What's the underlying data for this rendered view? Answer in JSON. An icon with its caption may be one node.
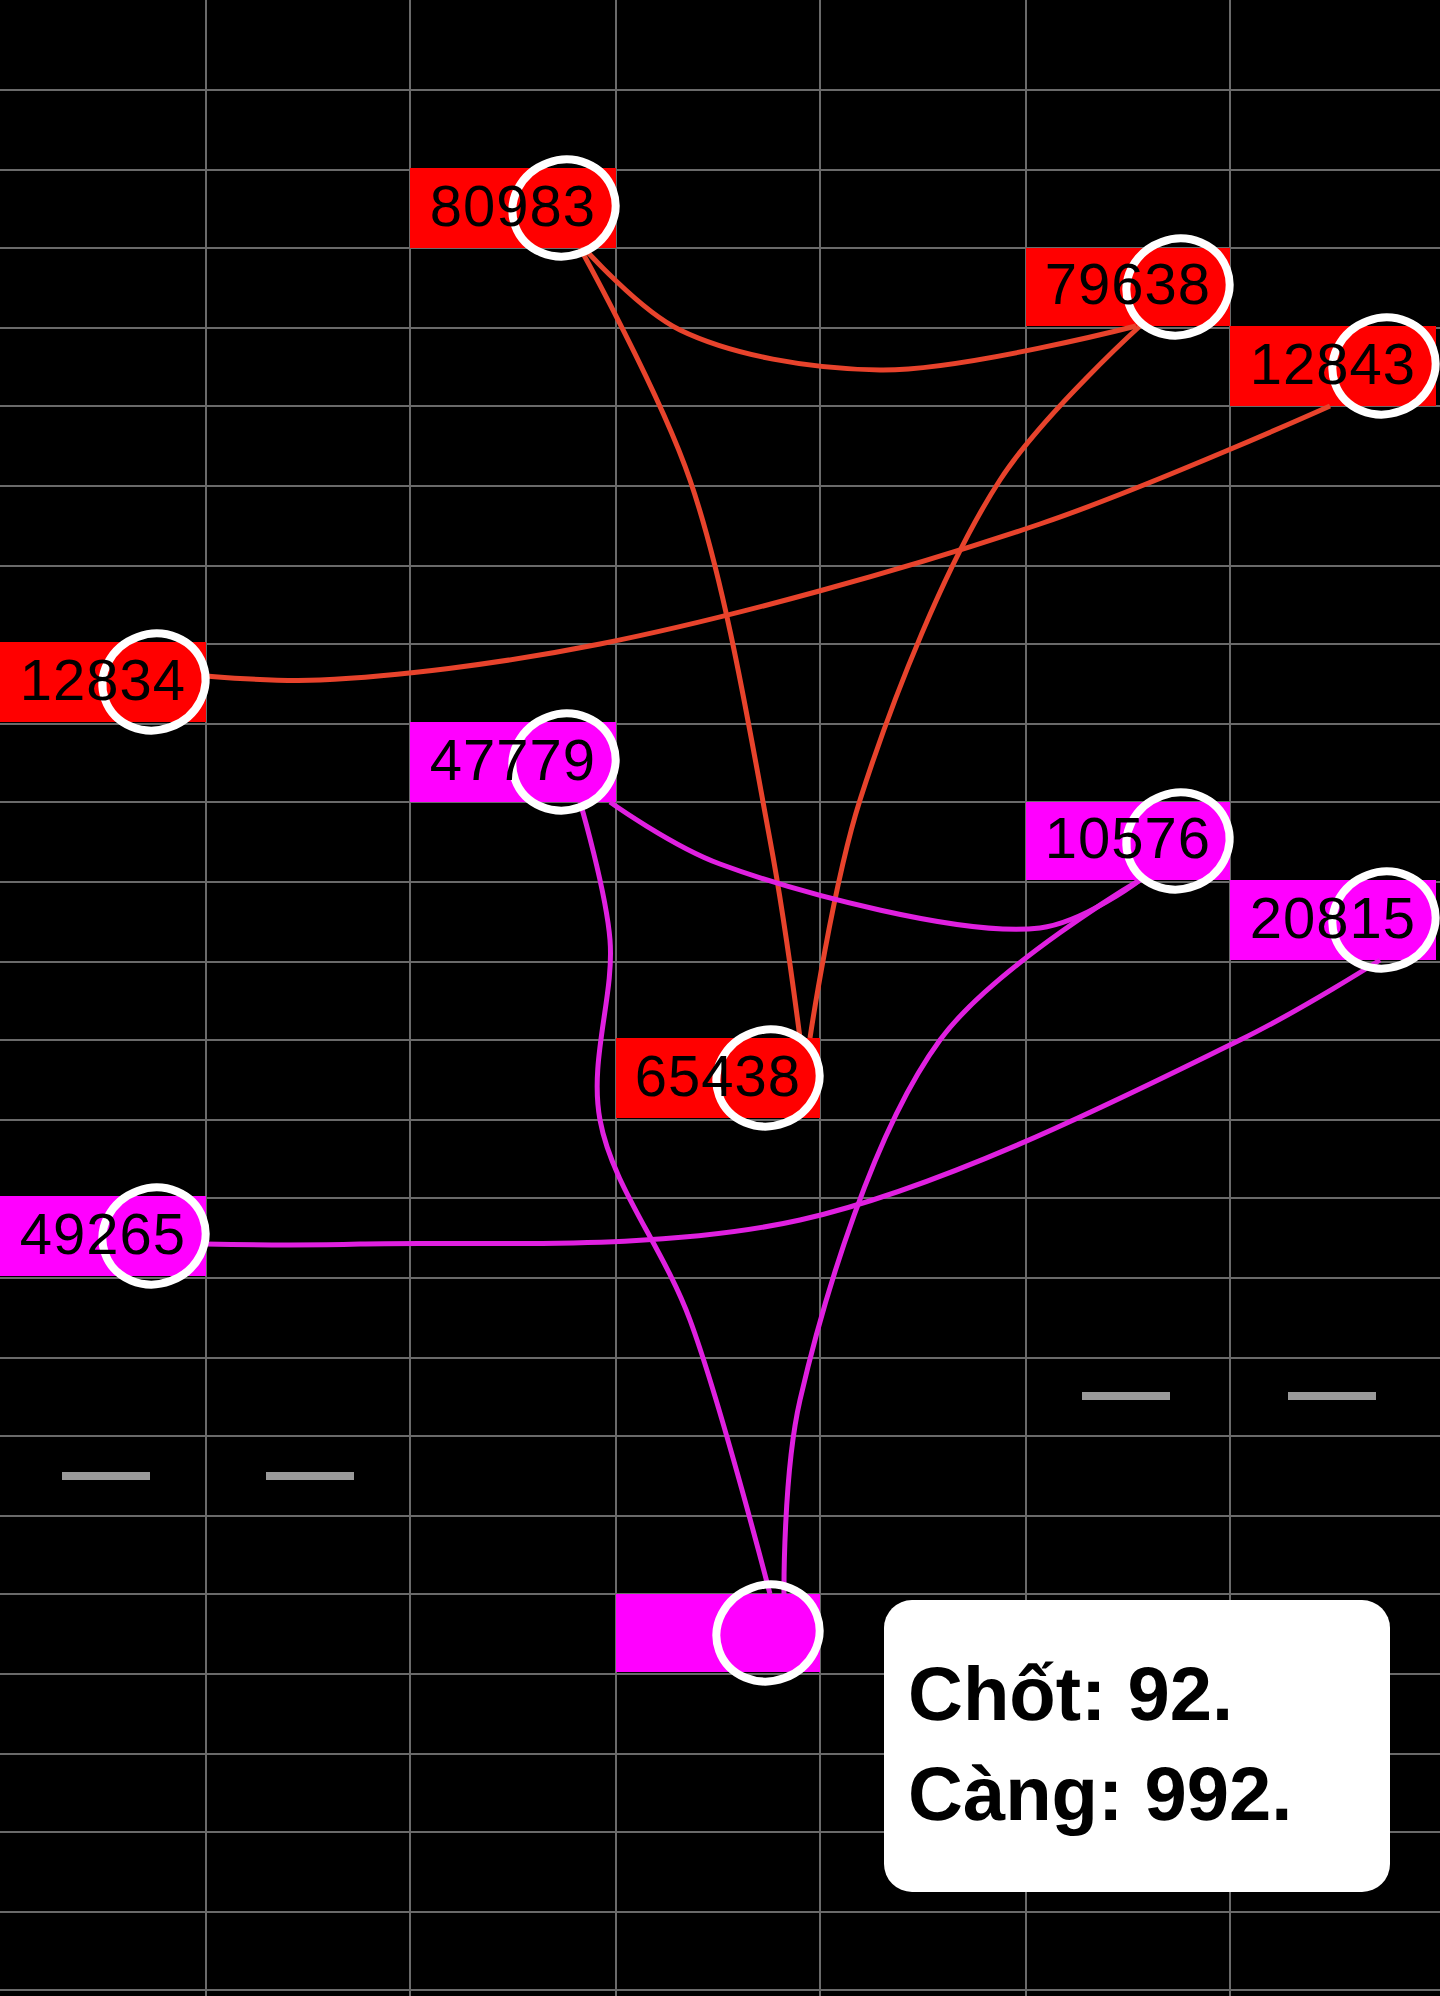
{
  "diagram": {
    "nodes": [
      {
        "text": [
          "80983"
        ]
      },
      {
        "text": [
          "79638"
        ]
      },
      {
        "text": [
          "12843"
        ]
      },
      {
        "text": [
          "12834"
        ]
      },
      {
        "text": [
          "47779"
        ]
      },
      {
        "text": [
          "10576"
        ]
      },
      {
        "text": [
          "20815"
        ]
      },
      {
        "text": [
          "65438"
        ]
      },
      {
        "text": [
          "49265"
        ]
      },
      {
        "text": [],
        "shape": "box"
      },
      {
        "text": [
          "Chốt: 92.",
          "Càng: 992."
        ]
      }
    ],
    "edges": [
      {
        "from": 0,
        "to": 1,
        "arrow": "none",
        "color": "#e8432c"
      },
      {
        "from": 0,
        "to": 7,
        "arrow": "none",
        "color": "#e8432c"
      },
      {
        "from": 1,
        "to": 7,
        "arrow": "none",
        "color": "#e8432c"
      },
      {
        "from": 2,
        "to": 3,
        "arrow": "none",
        "color": "#e8432c"
      },
      {
        "from": 4,
        "to": 5,
        "arrow": "none",
        "color": "#e020e0"
      },
      {
        "from": 4,
        "to": 9,
        "arrow": "none",
        "color": "#e020e0"
      },
      {
        "from": 5,
        "to": 9,
        "arrow": "none",
        "color": "#e020e0"
      },
      {
        "from": 6,
        "to": 8,
        "arrow": "none",
        "color": "#e020e0"
      }
    ]
  }
}
